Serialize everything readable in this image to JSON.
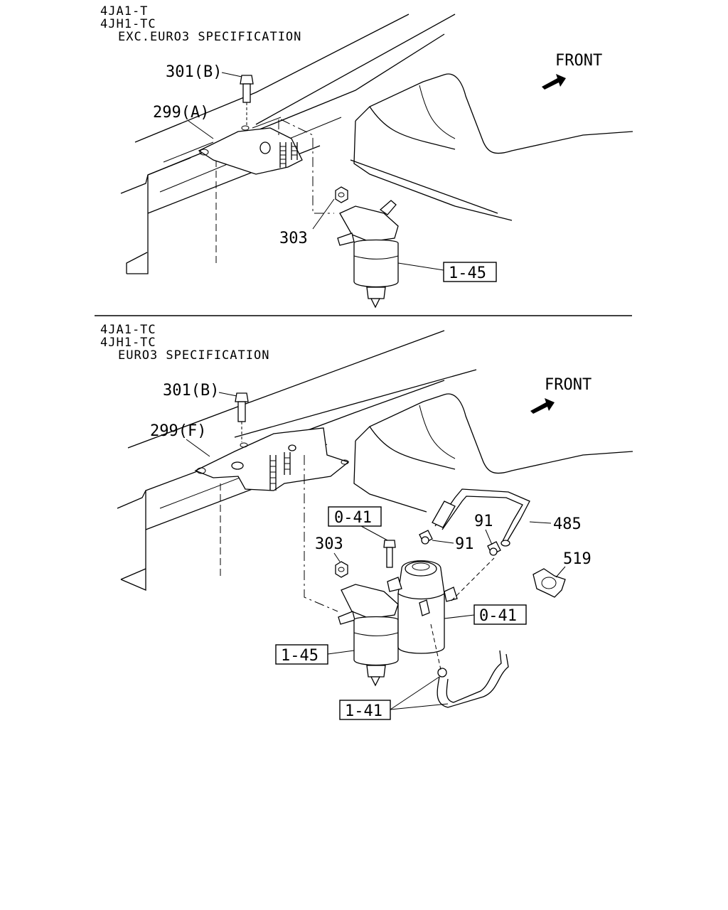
{
  "top": {
    "header": [
      "4JA1-T",
      "4JH1-TC",
      "EXC.EURO3 SPECIFICATION"
    ],
    "front_label": "FRONT",
    "callouts": {
      "bolt": "301(B)",
      "bracket": "299(A)",
      "nut": "303",
      "filter": "1-45"
    }
  },
  "bottom": {
    "header": [
      "4JA1-TC",
      "4JH1-TC",
      "EURO3 SPECIFICATION"
    ],
    "front_label": "FRONT",
    "callouts": {
      "bolt": "301(B)",
      "bracket": "299(F)",
      "sedimenter_top": "0-41",
      "nut": "303",
      "clip_a": "91",
      "clip_b": "91",
      "hose": "485",
      "clamp": "519",
      "sedimenter_side": "0-41",
      "filter": "1-45",
      "drain_hose": "1-41"
    }
  }
}
